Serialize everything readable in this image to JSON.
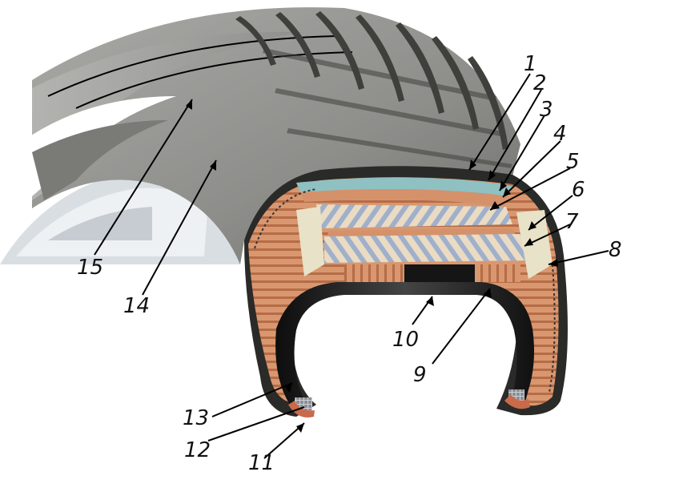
{
  "diagram": {
    "callouts": [
      {
        "id": "c1",
        "label": "1"
      },
      {
        "id": "c2",
        "label": "2"
      },
      {
        "id": "c3",
        "label": "3"
      },
      {
        "id": "c4",
        "label": "4"
      },
      {
        "id": "c5",
        "label": "5"
      },
      {
        "id": "c6",
        "label": "6"
      },
      {
        "id": "c7",
        "label": "7"
      },
      {
        "id": "c8",
        "label": "8"
      },
      {
        "id": "c9",
        "label": "9"
      },
      {
        "id": "c10",
        "label": "10"
      },
      {
        "id": "c11",
        "label": "11"
      },
      {
        "id": "c12",
        "label": "12"
      },
      {
        "id": "c13",
        "label": "13"
      },
      {
        "id": "c14",
        "label": "14"
      },
      {
        "id": "c15",
        "label": "15"
      }
    ],
    "colors": {
      "rubber": "#8f8f8c",
      "rubber_dark": "#5e5e5a",
      "groove": "#3b3b38",
      "ply_copper": "#d4916a",
      "ply_copper_dark": "#b06b45",
      "belt_blue": "#8fa3c2",
      "belt_cream": "#efe0c8",
      "inner_liner": "#1a1a1a",
      "cap_teal": "#8fc0c2",
      "rim_metal": "#d8dde2"
    }
  }
}
